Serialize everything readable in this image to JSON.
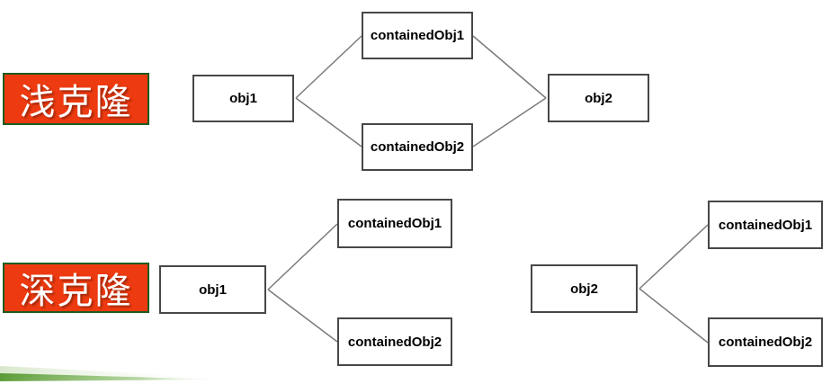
{
  "slide": {
    "background": "#ffffff"
  },
  "labels": {
    "shallow_clone": "浅克隆",
    "deep_clone": "深克隆"
  },
  "colors": {
    "label_background": "#ee3a10",
    "label_border": "#1c5c1f",
    "label_text": "#ffffff",
    "node_background": "#ffffff",
    "node_border": "#474747",
    "node_text": "#000000",
    "connector": "#7b7b7b",
    "swoosh_green": "#5f9e3c"
  },
  "shallow_diagram": {
    "nodes": {
      "obj1": "obj1",
      "contained_obj1": "containedObj1",
      "contained_obj2": "containedObj2",
      "obj2": "obj2"
    },
    "edges": [
      "obj1 - containedObj1",
      "obj1 - containedObj2",
      "containedObj1 - obj2",
      "containedObj2 - obj2"
    ]
  },
  "deep_diagram_left": {
    "nodes": {
      "obj1": "obj1",
      "contained_obj1": "containedObj1",
      "contained_obj2": "containedObj2"
    },
    "edges": [
      "obj1 - containedObj1",
      "obj1 - containedObj2"
    ]
  },
  "deep_diagram_right": {
    "nodes": {
      "obj2": "obj2",
      "contained_obj1": "containedObj1",
      "contained_obj2": "containedObj2"
    },
    "edges": [
      "obj2 - containedObj1",
      "obj2 - containedObj2"
    ]
  }
}
